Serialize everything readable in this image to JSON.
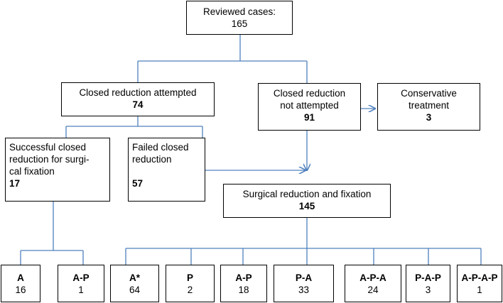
{
  "nodes": {
    "reviewed": {
      "line1": "Reviewed cases:",
      "line2": "165"
    },
    "closed_attempted": {
      "line1": "Closed reduction attempted",
      "line2": "74"
    },
    "closed_not_attempted": {
      "line1": "Closed reduction",
      "line2": "not attempted",
      "line3": "91"
    },
    "conservative": {
      "line1": "Conservative",
      "line2": "treatment",
      "line3": "3"
    },
    "successful": {
      "line1": "Successful closed",
      "line2": "reduction for surgi-",
      "line3": "cal fixation",
      "line4": "17"
    },
    "failed": {
      "line1": "Failed closed",
      "line2": "reduction",
      "line3": "57"
    },
    "surgical": {
      "line1": "Surgical reduction and fixation",
      "line2": "145"
    }
  },
  "leaves_left": [
    {
      "label": "A",
      "count": "16"
    },
    {
      "label": "A-P",
      "count": "1"
    }
  ],
  "leaves_right": [
    {
      "label": "A*",
      "count": "64"
    },
    {
      "label": "P",
      "count": "2"
    },
    {
      "label": "A-P",
      "count": "18"
    },
    {
      "label": "P-A",
      "count": "33"
    },
    {
      "label": "A-P-A",
      "count": "24"
    },
    {
      "label": "P-A-P",
      "count": "3"
    },
    {
      "label": "A-P-A-P",
      "count": "1"
    }
  ],
  "colors": {
    "connector": "#4f81bd",
    "border": "#000000"
  }
}
